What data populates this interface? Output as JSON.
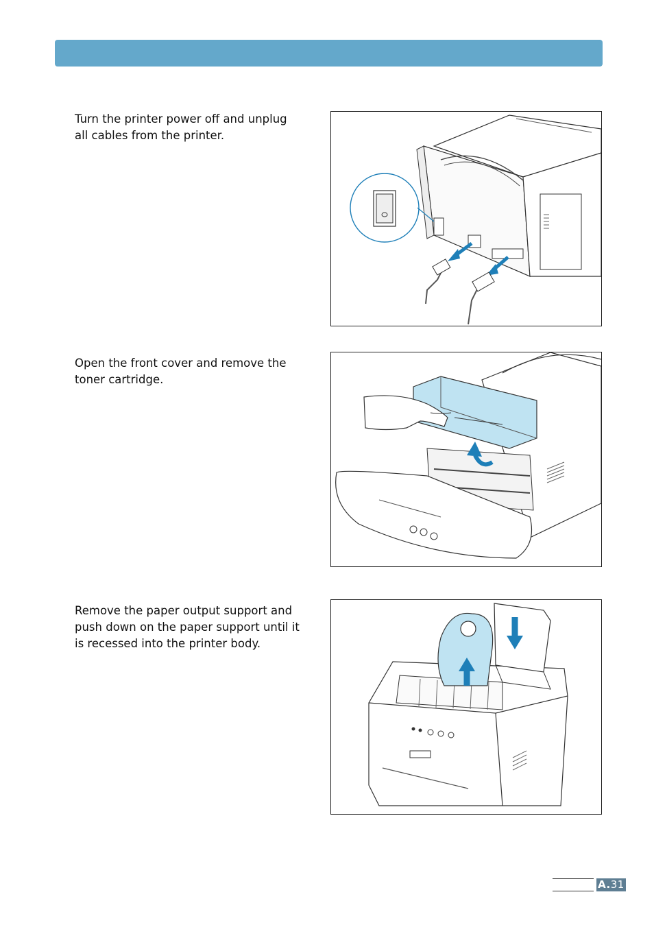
{
  "steps": [
    {
      "text": "Turn the printer power off and unplug\nall cables from the printer."
    },
    {
      "text": "Open the front cover and remove the\ntoner cartridge."
    },
    {
      "text": "Remove the paper output support and\npush down on the paper support until it\nis recessed into the printer body."
    }
  ],
  "footer": {
    "page_prefix": "A.",
    "page_number": "31"
  },
  "colors": {
    "header_bar": "#64a8cb",
    "accent_blue": "#1e7fb8",
    "light_blue": "#bfe3f2",
    "page_badge": "#5e7e93"
  }
}
